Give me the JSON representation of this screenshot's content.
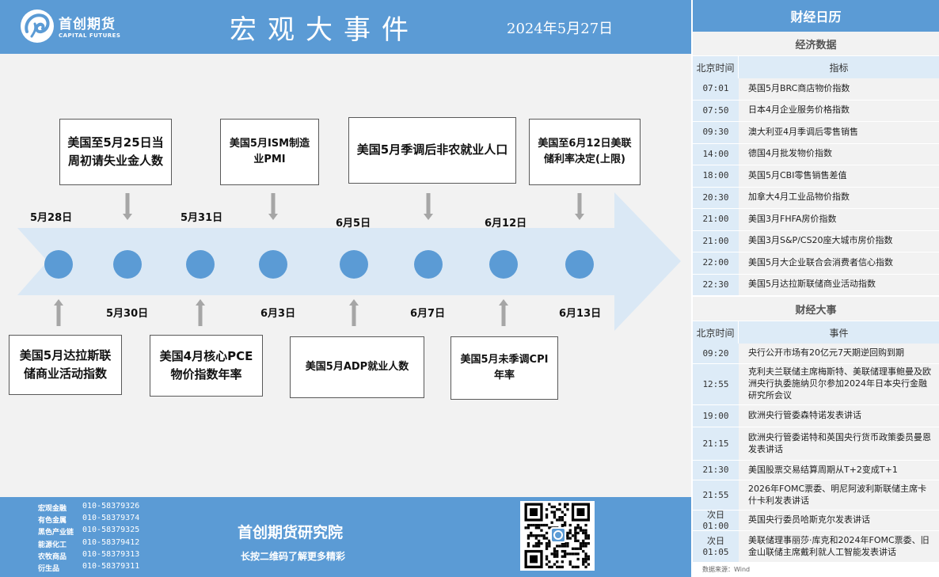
{
  "header": {
    "logo_cn": "首创期货",
    "logo_en": "CAPITAL FUTURES",
    "title": "宏观大事件",
    "date": "2024年5月27日"
  },
  "timeline": {
    "dates_top": [
      "5月28日",
      "5月31日",
      "6月5日",
      "6月12日"
    ],
    "dates_bottom": [
      "5月30日",
      "6月3日",
      "6月7日",
      "6月13日"
    ],
    "events_top": [
      "美国至5月25日当周初请失业金人数",
      "美国5月ISM制造业PMI",
      "美国5月季调后非农就业人口",
      "美国至6月12日美联储利率决定(上限)"
    ],
    "events_bottom": [
      "美国5月达拉斯联储商业活动指数",
      "美国4月核心PCE物价指数年率",
      "美国5月ADP就业人数",
      "美国5月未季调CPI年率"
    ]
  },
  "footer": {
    "contacts": [
      {
        "name": "宏观金融",
        "phone": "010-58379326"
      },
      {
        "name": "有色金属",
        "phone": "010-58379374"
      },
      {
        "name": "黑色产业链",
        "phone": "010-58379325"
      },
      {
        "name": "能源化工",
        "phone": "010-58379412"
      },
      {
        "name": "农牧商品",
        "phone": "010-58379313"
      },
      {
        "name": "衍生品",
        "phone": "010-58379311"
      }
    ],
    "institute": "首创期货研究院",
    "slogan": "长按二维码了解更多精彩"
  },
  "calendar": {
    "title": "财经日历",
    "econ_title": "经济数据",
    "econ_headers": [
      "北京时间",
      "指标"
    ],
    "econ_rows": [
      {
        "time": "07:01",
        "item": "英国5月BRC商店物价指数"
      },
      {
        "time": "07:50",
        "item": "日本4月企业服务价格指数"
      },
      {
        "time": "09:30",
        "item": "澳大利亚4月季调后零售销售"
      },
      {
        "time": "14:00",
        "item": "德国4月批发物价指数"
      },
      {
        "time": "18:00",
        "item": "英国5月CBI零售销售差值"
      },
      {
        "time": "20:30",
        "item": "加拿大4月工业品物价指数"
      },
      {
        "time": "21:00",
        "item": "美国3月FHFA房价指数"
      },
      {
        "time": "21:00",
        "item": "美国3月S&P/CS20座大城市房价指数"
      },
      {
        "time": "22:00",
        "item": "美国5月大企业联合会消费者信心指数"
      },
      {
        "time": "22:30",
        "item": "美国5月达拉斯联储商业活动指数"
      }
    ],
    "events_title": "财经大事",
    "events_headers": [
      "北京时间",
      "事件"
    ],
    "event_rows": [
      {
        "time": "09:20",
        "item": "央行公开市场有20亿元7天期逆回购到期"
      },
      {
        "time": "12:55",
        "item": "克利夫兰联储主席梅斯特、美联储理事鲍曼及欧洲央行执委施纳贝尔参加2024年日本央行金融研究所会议"
      },
      {
        "time": "19:00",
        "item": "欧洲央行管委森特诺发表讲话"
      },
      {
        "time": "21:15",
        "item": "欧洲央行管委诺特和英国央行货币政策委员曼恩发表讲话"
      },
      {
        "time": "21:30",
        "item": "美国股票交易结算周期从T+2变成T+1"
      },
      {
        "time": "21:55",
        "item": "2026年FOMC票委、明尼阿波利斯联储主席卡什卡利发表讲话"
      },
      {
        "time": "次日\n01:00",
        "item": "英国央行委员哈斯克尔发表讲话"
      },
      {
        "time": "次日\n01:05",
        "item": "美联储理事丽莎·库克和2024年FOMC票委、旧金山联储主席戴利就人工智能发表讲话"
      }
    ],
    "source": "数据来源：Wind",
    "watermark": "Wind"
  },
  "colors": {
    "header_blue": "#5b9bd5",
    "arrow_fill": "#dae8f5",
    "circle_fill": "#5b9bd5",
    "table_head": "#ddebf7",
    "table_row": "#f2f2f2"
  }
}
